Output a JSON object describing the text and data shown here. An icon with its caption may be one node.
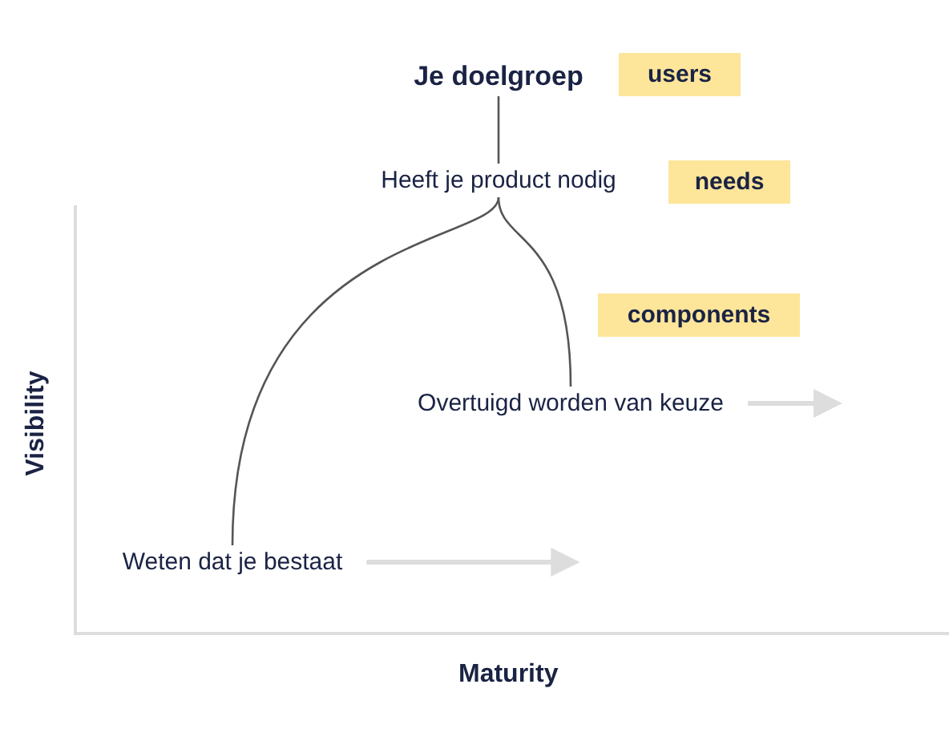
{
  "diagram": {
    "nodes": [
      {
        "text": [
          "Je doelgroep"
        ]
      },
      {
        "text": [
          "Heeft je product nodig"
        ]
      },
      {
        "text": [
          "Overtuigd worden van keuze"
        ]
      },
      {
        "text": [
          "Weten dat je bestaat"
        ]
      }
    ],
    "edges": [
      {
        "from": 0,
        "to": 1,
        "arrow": "none"
      },
      {
        "from": 1,
        "to": 2,
        "arrow": "none"
      },
      {
        "from": 1,
        "to": 3,
        "arrow": "none"
      },
      {
        "from": 2,
        "to": null,
        "arrow": "to",
        "style": "thick",
        "color": "#dddddd"
      },
      {
        "from": 3,
        "to": null,
        "arrow": "to",
        "style": "thick",
        "color": "#dddddd"
      }
    ],
    "labels": [
      "users",
      "needs",
      "components",
      "Visibility",
      "Maturity"
    ]
  }
}
